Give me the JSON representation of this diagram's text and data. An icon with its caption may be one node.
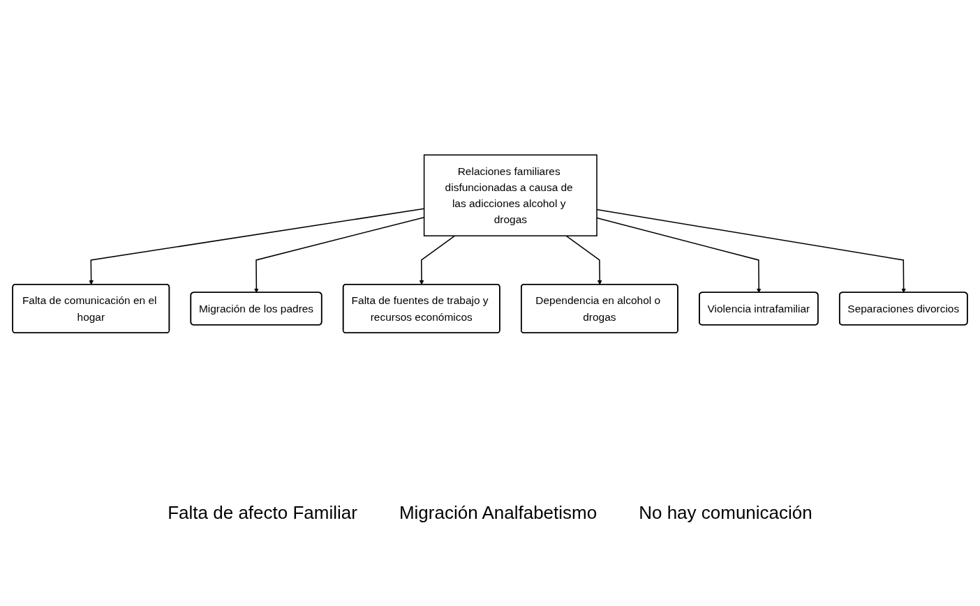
{
  "diagram": {
    "nodes": [
      {
        "text": [
          "Falta de comunicación en el hogar"
        ]
      },
      {
        "text": [
          "Migración de los padres"
        ]
      },
      {
        "text": [
          "Falta de fuentes de trabajo y recursos económicos"
        ]
      },
      {
        "text": [
          "Relaciones familiares disfuncionadas a causa de las adicciones alcohol y drogas"
        ]
      },
      {
        "text": [
          "Dependencia en alcohol o drogas"
        ]
      },
      {
        "text": [
          "Violencia intrafamiliar"
        ]
      },
      {
        "text": [
          "Separaciones divorcios"
        ]
      }
    ],
    "edges": [
      {
        "from": 3,
        "to": 0,
        "arrow": "to"
      },
      {
        "from": 3,
        "to": 1,
        "arrow": "to"
      },
      {
        "from": 3,
        "to": 2,
        "arrow": "to"
      },
      {
        "from": 3,
        "to": 4,
        "arrow": "to"
      },
      {
        "from": 3,
        "to": 5,
        "arrow": "to"
      },
      {
        "from": 3,
        "to": 6,
        "arrow": "to"
      }
    ],
    "labels": [
      "Falta de afecto Familiar",
      "Migración Analfabetismo",
      "No hay comunicación"
    ]
  }
}
